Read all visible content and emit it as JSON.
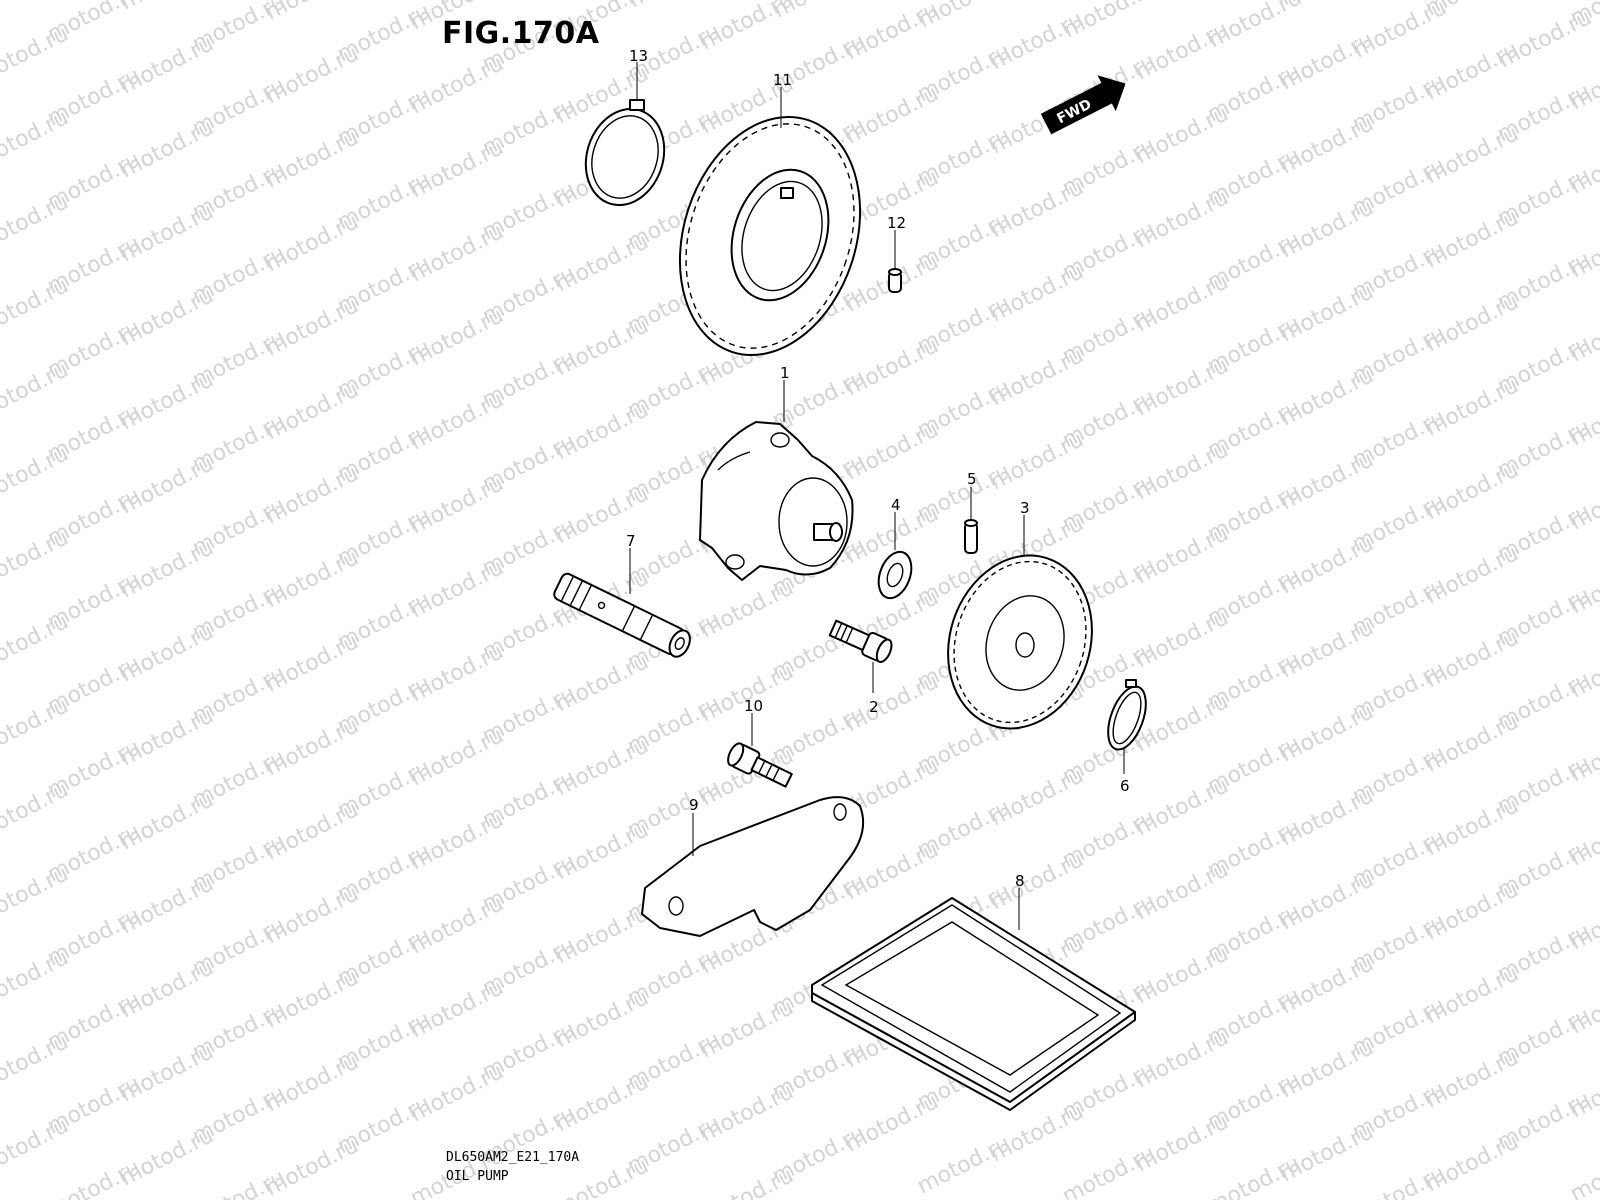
{
  "figure": {
    "title": "FIG.170A",
    "code": "DL650AM2_E21_170A",
    "name": "OIL PUMP"
  },
  "watermark": {
    "text": "motod.ru",
    "color": "#d4d4d4"
  },
  "orientation": {
    "label": "FWD"
  },
  "callouts": [
    "1",
    "2",
    "3",
    "4",
    "5",
    "6",
    "7",
    "8",
    "9",
    "10",
    "11",
    "12",
    "13"
  ]
}
